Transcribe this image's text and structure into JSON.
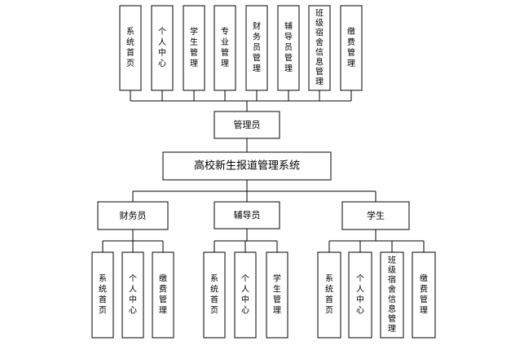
{
  "system": {
    "label": "高校新生报道管理系统"
  },
  "roles": {
    "admin": {
      "label": "管理员",
      "modules": [
        "系统首页",
        "个人中心",
        "学生管理",
        "专业管理",
        "财务员管理",
        "辅导员管理",
        "班级宿舍信息管理",
        "缴费管理"
      ]
    },
    "finance": {
      "label": "财务员",
      "modules": [
        "系统首页",
        "个人中心",
        "缴费管理"
      ]
    },
    "counselor": {
      "label": "辅导员",
      "modules": [
        "系统首页",
        "个人中心",
        "学生管理"
      ]
    },
    "student": {
      "label": "学生",
      "modules": [
        "系统首页",
        "个人中心",
        "班级宿舍信息管理",
        "缴费管理"
      ]
    }
  }
}
